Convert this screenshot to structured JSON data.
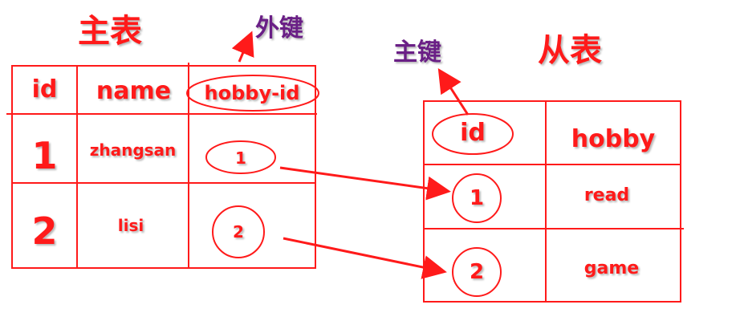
{
  "main_table": {
    "title": "主表",
    "foreign_key_label": "外键",
    "headers": [
      "id",
      "name",
      "hobby-id"
    ],
    "rows": [
      {
        "id": "1",
        "name": "zhangsan",
        "hobby_id": "1"
      },
      {
        "id": "2",
        "name": "lisi",
        "hobby_id": "2"
      }
    ]
  },
  "sub_table": {
    "title": "从表",
    "primary_key_label": "主键",
    "headers": [
      "id",
      "hobby"
    ],
    "rows": [
      {
        "id": "1",
        "hobby": "read"
      },
      {
        "id": "2",
        "hobby": "game"
      }
    ]
  },
  "colors": {
    "line": "#ff1a1a",
    "label": "#6a1f86"
  }
}
